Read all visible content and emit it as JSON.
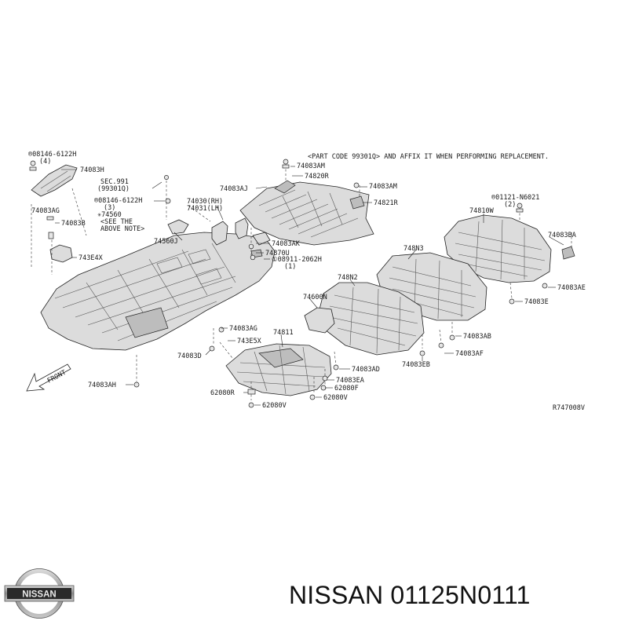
{
  "note": "<PART CODE 99301Q> AND AFFIX IT WHEN PERFORMING REPLACEMENT.",
  "diagram_code": "R747008V",
  "front_label": "FRONT",
  "labels": {
    "l08146a": "®08146-6122H",
    "l08146a_q": "(4)",
    "l74083h": "74083H",
    "sec991": "SEC.991",
    "sec991b": "(99301Q)",
    "l08146b": "®08146-6122H",
    "l08146b_q": "(3)",
    "l74560": "✳74560",
    "see_the": "<SEE THE",
    "above_note": "ABOVE NOTE>",
    "l74560j": "74560J",
    "l74083ag1": "74083AG",
    "l74083b": "74083B",
    "l743e4x": "743E4X",
    "l74030rh": "74030(RH)",
    "l74031lh": "74031(LH)",
    "l74083aj": "74083AJ",
    "l74083am1": "74083AM",
    "l74820r": "74820R",
    "l74083am2": "74083AM",
    "l74821r": "74821R",
    "l74083ak": "74083AK",
    "l74870u": "74870U",
    "l08911": "①08911-2062H",
    "l08911_q": "(1)",
    "l01121": "®01121-N6021",
    "l01121_q": "(2)",
    "l74810w": "74810W",
    "l74083ba": "74083BA",
    "l74083ae": "74083AE",
    "l74083e": "74083E",
    "l748n3": "748N3",
    "l748n2": "748N2",
    "l74600n": "74600N",
    "l74083ab": "74083AB",
    "l74083af": "74083AF",
    "l74083ag2": "74083AG",
    "l743e5x": "743E5X",
    "l74811": "74811",
    "l74083d": "74083D",
    "l74083ad": "74083AD",
    "l74083ea": "74083EA",
    "l74083eb": "74083EB",
    "l62080f": "62080F",
    "l62080r": "62080R",
    "l62080v1": "62080V",
    "l62080v2": "62080V",
    "l74083ah": "74083AH"
  },
  "brand_text": "NISSAN 01125N0111",
  "logo_text": "NISSAN"
}
